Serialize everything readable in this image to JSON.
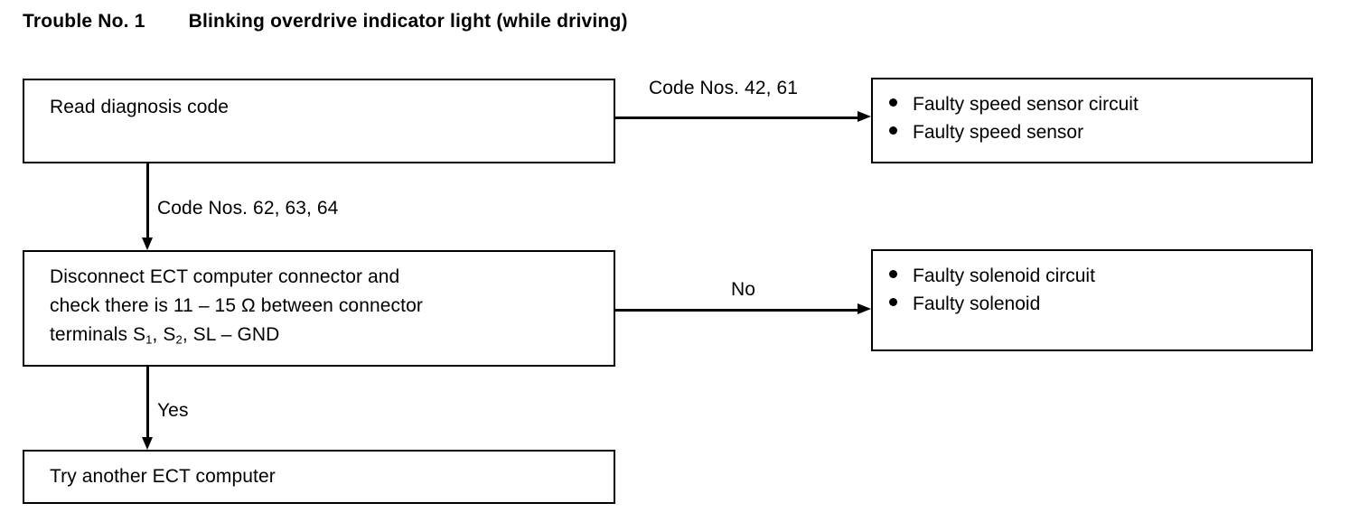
{
  "title": {
    "label": "Trouble No. 1",
    "text": "Blinking overdrive indicator light (while driving)"
  },
  "nodes": {
    "read_code": {
      "lines": [
        "Read diagnosis code"
      ]
    },
    "check_resistance": {
      "line1": "Disconnect ECT computer connector and",
      "line2_a": "check there is 11 ",
      "line2_dash": "–",
      "line2_b": " 15 ",
      "line2_ohm": "Ω",
      "line2_c": " between connector",
      "line3_a": "terminals S",
      "line3_sub1": "1",
      "line3_b": ", S",
      "line3_sub2": "2",
      "line3_c": ", SL ",
      "line3_dash": "–",
      "line3_d": " GND"
    },
    "try_computer": {
      "lines": [
        "Try another ECT computer"
      ]
    },
    "speed_sensor_faults": {
      "items": [
        "Faulty speed sensor circuit",
        "Faulty speed sensor"
      ]
    },
    "solenoid_faults": {
      "items": [
        "Faulty solenoid circuit",
        "Faulty solenoid"
      ]
    }
  },
  "edges": {
    "code_42_61": "Code Nos. 42, 61",
    "code_62_63_64": "Code Nos. 62, 63, 64",
    "no": "No",
    "yes": "Yes"
  },
  "colors": {
    "ink": "#000000",
    "paper": "#ffffff"
  }
}
